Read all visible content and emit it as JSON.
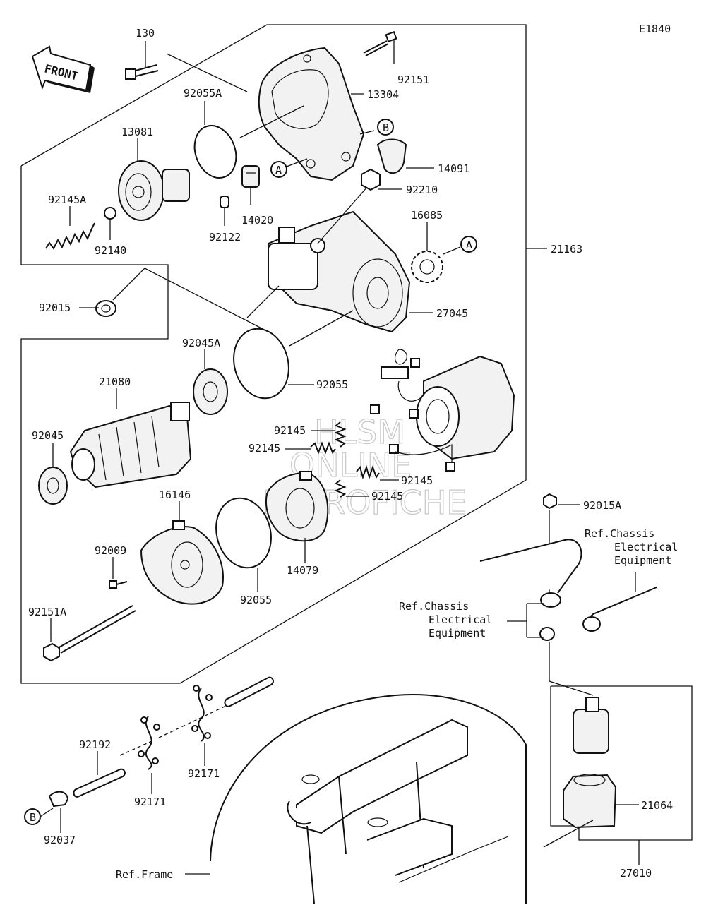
{
  "diagram_id": "E1840",
  "front_label": "FRONT",
  "callouts": {
    "p130": "130",
    "p92055A": "92055A",
    "p92151": "92151",
    "p13304": "13304",
    "pB_top": "B",
    "p14091": "14091",
    "p13081": "13081",
    "pA_top": "A",
    "p14020": "14020",
    "p92210": "92210",
    "p92145A": "92145A",
    "p92122": "92122",
    "p92140": "92140",
    "p16085": "16085",
    "pA_gear": "A",
    "p21163": "21163",
    "p92015": "92015",
    "p27045": "27045",
    "p92045A": "92045A",
    "p21080": "21080",
    "p92055_a": "92055",
    "p92145_a": "92145",
    "p92145_b": "92145",
    "p92045": "92045",
    "p92145_c": "92145",
    "p92145_d": "92145",
    "p16146": "16146",
    "p92015A": "92015A",
    "p92009": "92009",
    "p14079": "14079",
    "p92055_b": "92055",
    "p92151A": "92151A",
    "p92192": "92192",
    "p92171_a": "92171",
    "p92171_b": "92171",
    "p21064": "21064",
    "pB_bottom": "B",
    "p92037": "92037",
    "p27010": "27010"
  },
  "references": {
    "chassis_right": [
      "Ref.Chassis",
      "Electrical",
      "Equipment"
    ],
    "chassis_left": [
      "Ref.Chassis",
      "Electrical",
      "Equipment"
    ],
    "frame": "Ref.Frame"
  },
  "watermark": [
    "HLSM",
    "ONLINE",
    "MICROFICHE"
  ]
}
